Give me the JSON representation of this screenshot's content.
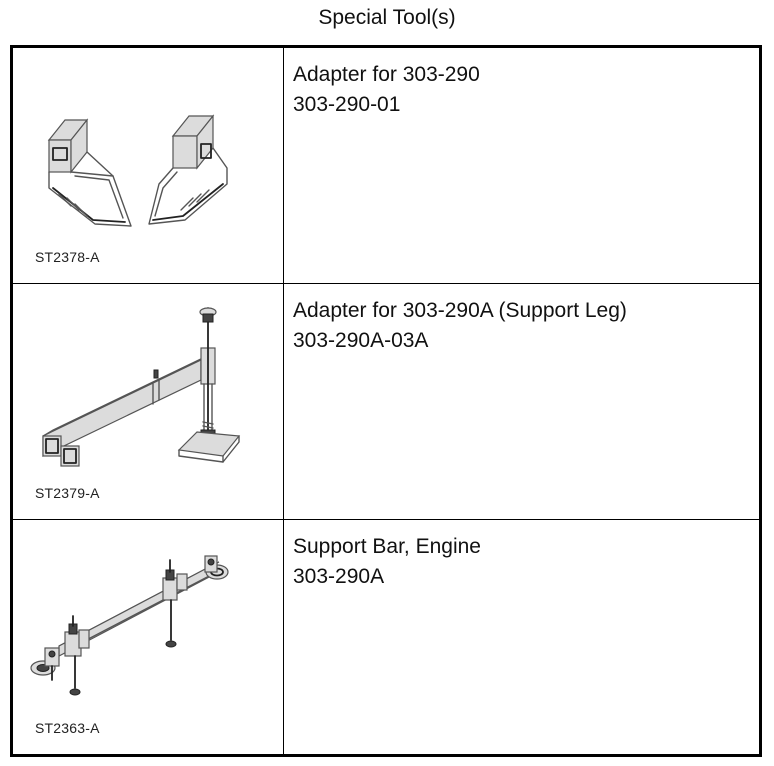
{
  "page": {
    "title": "Special Tool(s)"
  },
  "tools": [
    {
      "illustration_code": "ST2378-A",
      "illustration_icon": "adapter-brackets-icon",
      "name": "Adapter for 303-290",
      "part_number": "303-290-01"
    },
    {
      "illustration_code": "ST2379-A",
      "illustration_icon": "support-leg-icon",
      "name": "Adapter for 303-290A (Support Leg)",
      "part_number": "303-290A-03A"
    },
    {
      "illustration_code": "ST2363-A",
      "illustration_icon": "engine-support-bar-icon",
      "name": "Support Bar, Engine",
      "part_number": "303-290A"
    }
  ]
}
